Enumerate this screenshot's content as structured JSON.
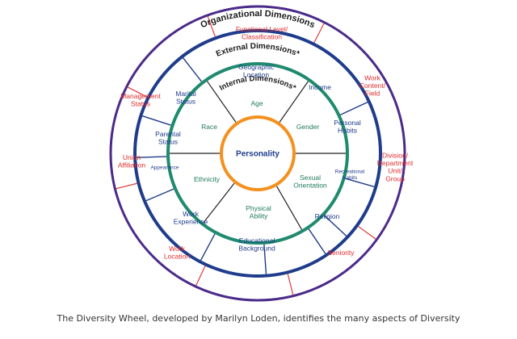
{
  "titles": {
    "organizational": "Organizational Dimensions",
    "external": "External Dimensions*",
    "internal": "Internal Dimensions*"
  },
  "center": "Personality",
  "organizational": [
    {
      "lines": [
        "Functional Level/",
        "Classification"
      ]
    },
    {
      "lines": [
        "Work",
        "Content/",
        "Field"
      ]
    },
    {
      "lines": [
        "Division/",
        "Department",
        "Unit/",
        "Group"
      ]
    },
    {
      "lines": [
        "Seniority"
      ]
    },
    {
      "lines": [
        "Work",
        "Location"
      ]
    },
    {
      "lines": [
        "Union",
        "Affiliation"
      ]
    },
    {
      "lines": [
        "Management",
        "Status"
      ]
    }
  ],
  "external": [
    {
      "lines": [
        "Geographic",
        "Location"
      ]
    },
    {
      "lines": [
        "Income"
      ]
    },
    {
      "lines": [
        "Personal",
        "Habits"
      ]
    },
    {
      "lines": [
        "Recreational",
        "Habits"
      ],
      "small": true
    },
    {
      "lines": [
        "Religion"
      ]
    },
    {
      "lines": [
        "Educational",
        "Background"
      ]
    },
    {
      "lines": [
        "Work",
        "Experience"
      ]
    },
    {
      "lines": [
        "Appearance"
      ],
      "small": true
    },
    {
      "lines": [
        "Parental",
        "Status"
      ]
    },
    {
      "lines": [
        "Marital",
        "Status"
      ]
    }
  ],
  "internal": [
    {
      "lines": [
        "Age"
      ]
    },
    {
      "lines": [
        "Gender"
      ]
    },
    {
      "lines": [
        "Sexual",
        "Orientation"
      ]
    },
    {
      "lines": [
        "Physical",
        "Ability"
      ]
    },
    {
      "lines": [
        "Ethnicity"
      ]
    },
    {
      "lines": [
        "Race"
      ]
    }
  ],
  "caption": "The Diversity Wheel, developed by Marilyn Loden, identifies the many aspects of Diversity",
  "colors": {
    "outer_ring": "#4b2a8a",
    "external_ring": "#1f3c8c",
    "internal_ring": "#1f8a6e",
    "center_ring": "#f4901e",
    "org_text": "#e02a2a",
    "org_lines": "#e03a3a",
    "ext_text": "#1f3c8c",
    "int_text": "#1f7a5e",
    "center_text": "#1f3c8c"
  }
}
